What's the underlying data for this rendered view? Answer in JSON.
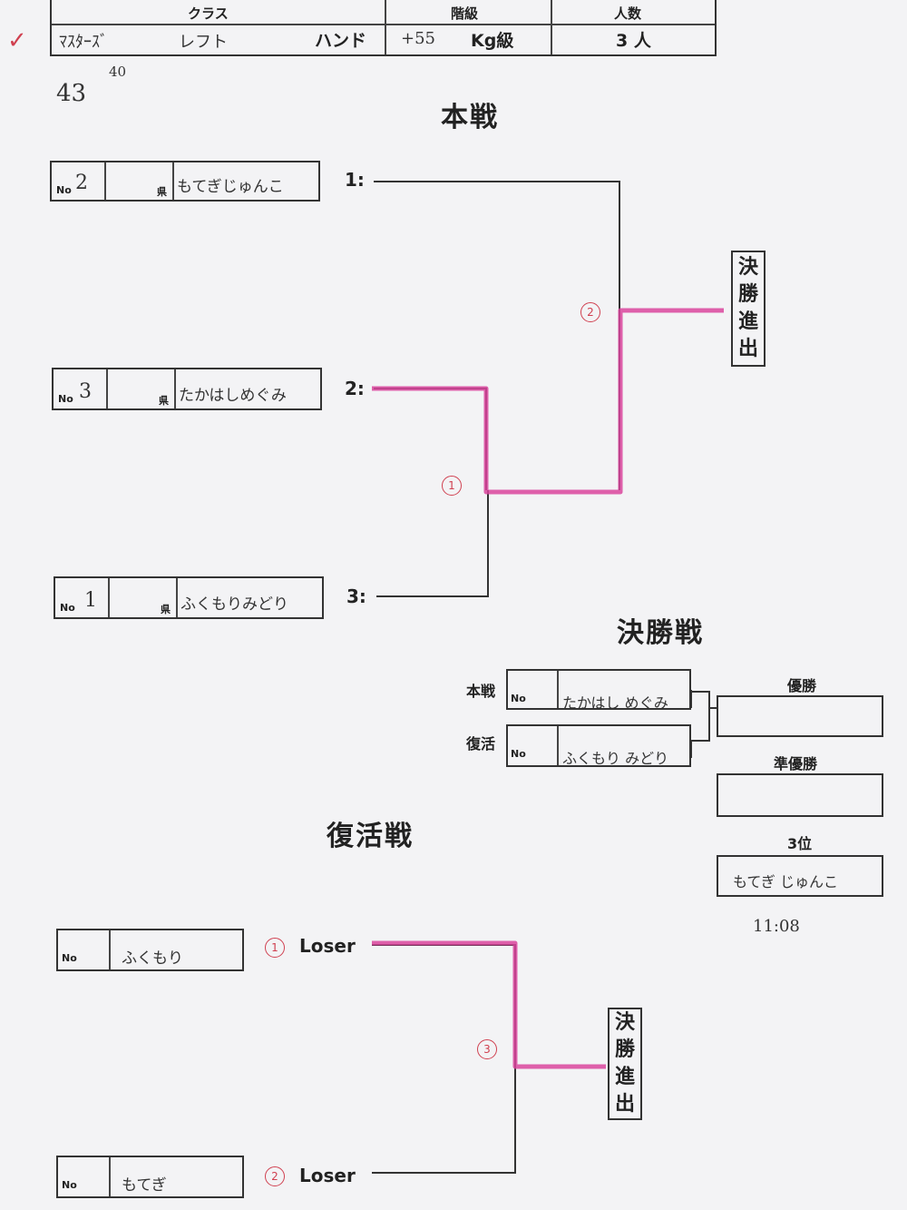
{
  "header": {
    "col_class": "クラス",
    "col_weight": "階級",
    "col_count": "人数",
    "class_value": "ﾏｽﾀｰｽﾞ",
    "arm_value": "レフト",
    "hand_label": "ハンド",
    "weight_value": "+55",
    "weight_unit": "Kg級",
    "count_value": "3 人"
  },
  "margin_notes": {
    "check_mark": "✓",
    "age": "43",
    "age_super": "40"
  },
  "main": {
    "title": "本戦",
    "seeds": [
      "1:",
      "2:",
      "3:"
    ],
    "entries": [
      {
        "no_label": "No",
        "no": "2",
        "pref": "県",
        "name": "もてぎじゅんこ"
      },
      {
        "no_label": "No",
        "no": "3",
        "pref": "県",
        "name": "たかはしめぐみ"
      },
      {
        "no_label": "No",
        "no": "1",
        "pref": "県",
        "name": "ふくもりみどり"
      }
    ],
    "match_marks": [
      "1",
      "2"
    ],
    "advance_label": [
      "決",
      "勝",
      "進",
      "出"
    ]
  },
  "final": {
    "title": "決勝戦",
    "rows": [
      {
        "label": "本戦",
        "no_label": "No",
        "name": "たかはし めぐみ"
      },
      {
        "label": "復活",
        "no_label": "No",
        "name": "ふくもり みどり"
      }
    ],
    "results": [
      {
        "label": "優勝",
        "value": ""
      },
      {
        "label": "準優勝",
        "value": ""
      },
      {
        "label": "3位",
        "value": "もてぎ じゅんこ"
      }
    ],
    "time_note": "11:08"
  },
  "repechage": {
    "title": "復活戦",
    "entries": [
      {
        "no_label": "No",
        "name": "ふくもり",
        "mark": "1",
        "seed": "Loser"
      },
      {
        "no_label": "No",
        "name": "もてぎ",
        "mark": "2",
        "seed": "Loser"
      }
    ],
    "match_mark": "3",
    "advance_label": [
      "決",
      "勝",
      "進",
      "出"
    ]
  },
  "colors": {
    "highlight": "#d9449c",
    "ink": "#333333",
    "pen_red": "#d04050"
  }
}
